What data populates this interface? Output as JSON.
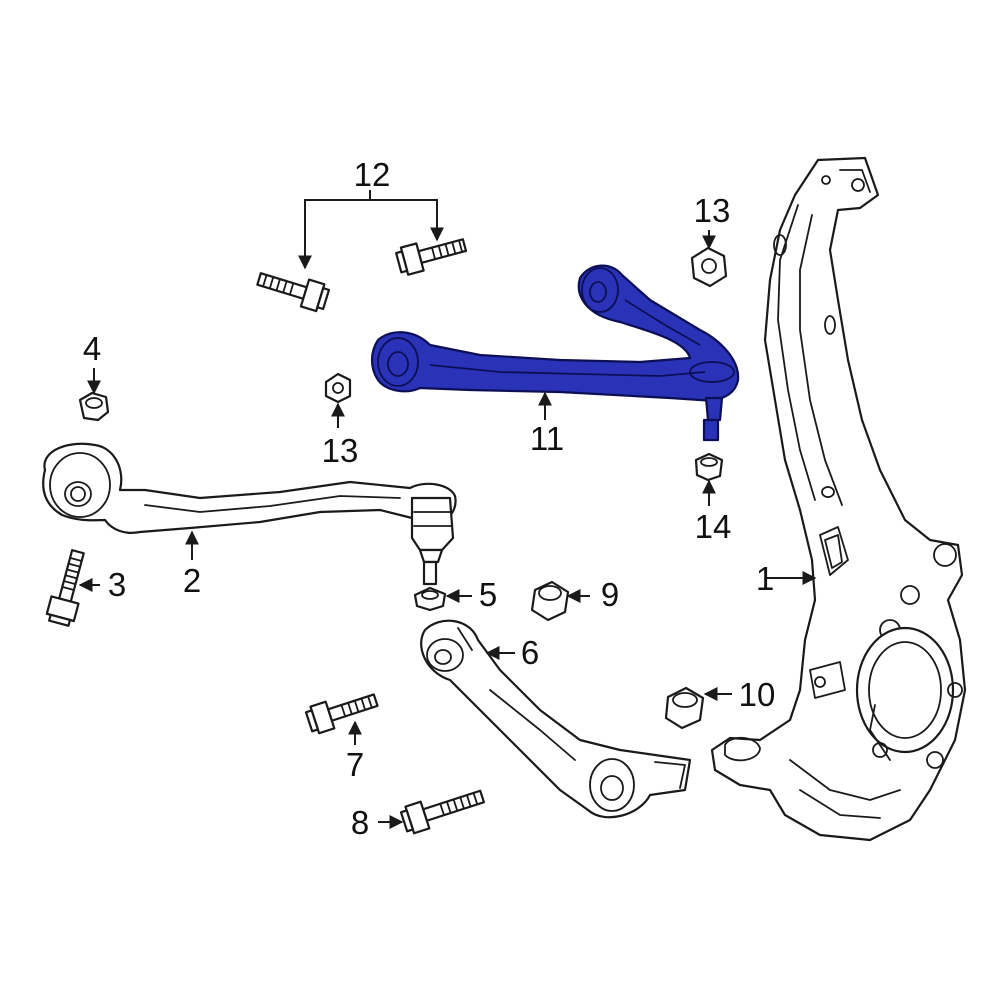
{
  "diagram": {
    "highlight_color": "#2a32b8",
    "callouts": [
      {
        "id": "1",
        "text": "1"
      },
      {
        "id": "2",
        "text": "2"
      },
      {
        "id": "3",
        "text": "3"
      },
      {
        "id": "4",
        "text": "4"
      },
      {
        "id": "5",
        "text": "5"
      },
      {
        "id": "6",
        "text": "6"
      },
      {
        "id": "7",
        "text": "7"
      },
      {
        "id": "8",
        "text": "8"
      },
      {
        "id": "9",
        "text": "9"
      },
      {
        "id": "10",
        "text": "10"
      },
      {
        "id": "11",
        "text": "11"
      },
      {
        "id": "12",
        "text": "12"
      },
      {
        "id": "13a",
        "text": "13"
      },
      {
        "id": "13b",
        "text": "13"
      },
      {
        "id": "14",
        "text": "14"
      }
    ]
  }
}
